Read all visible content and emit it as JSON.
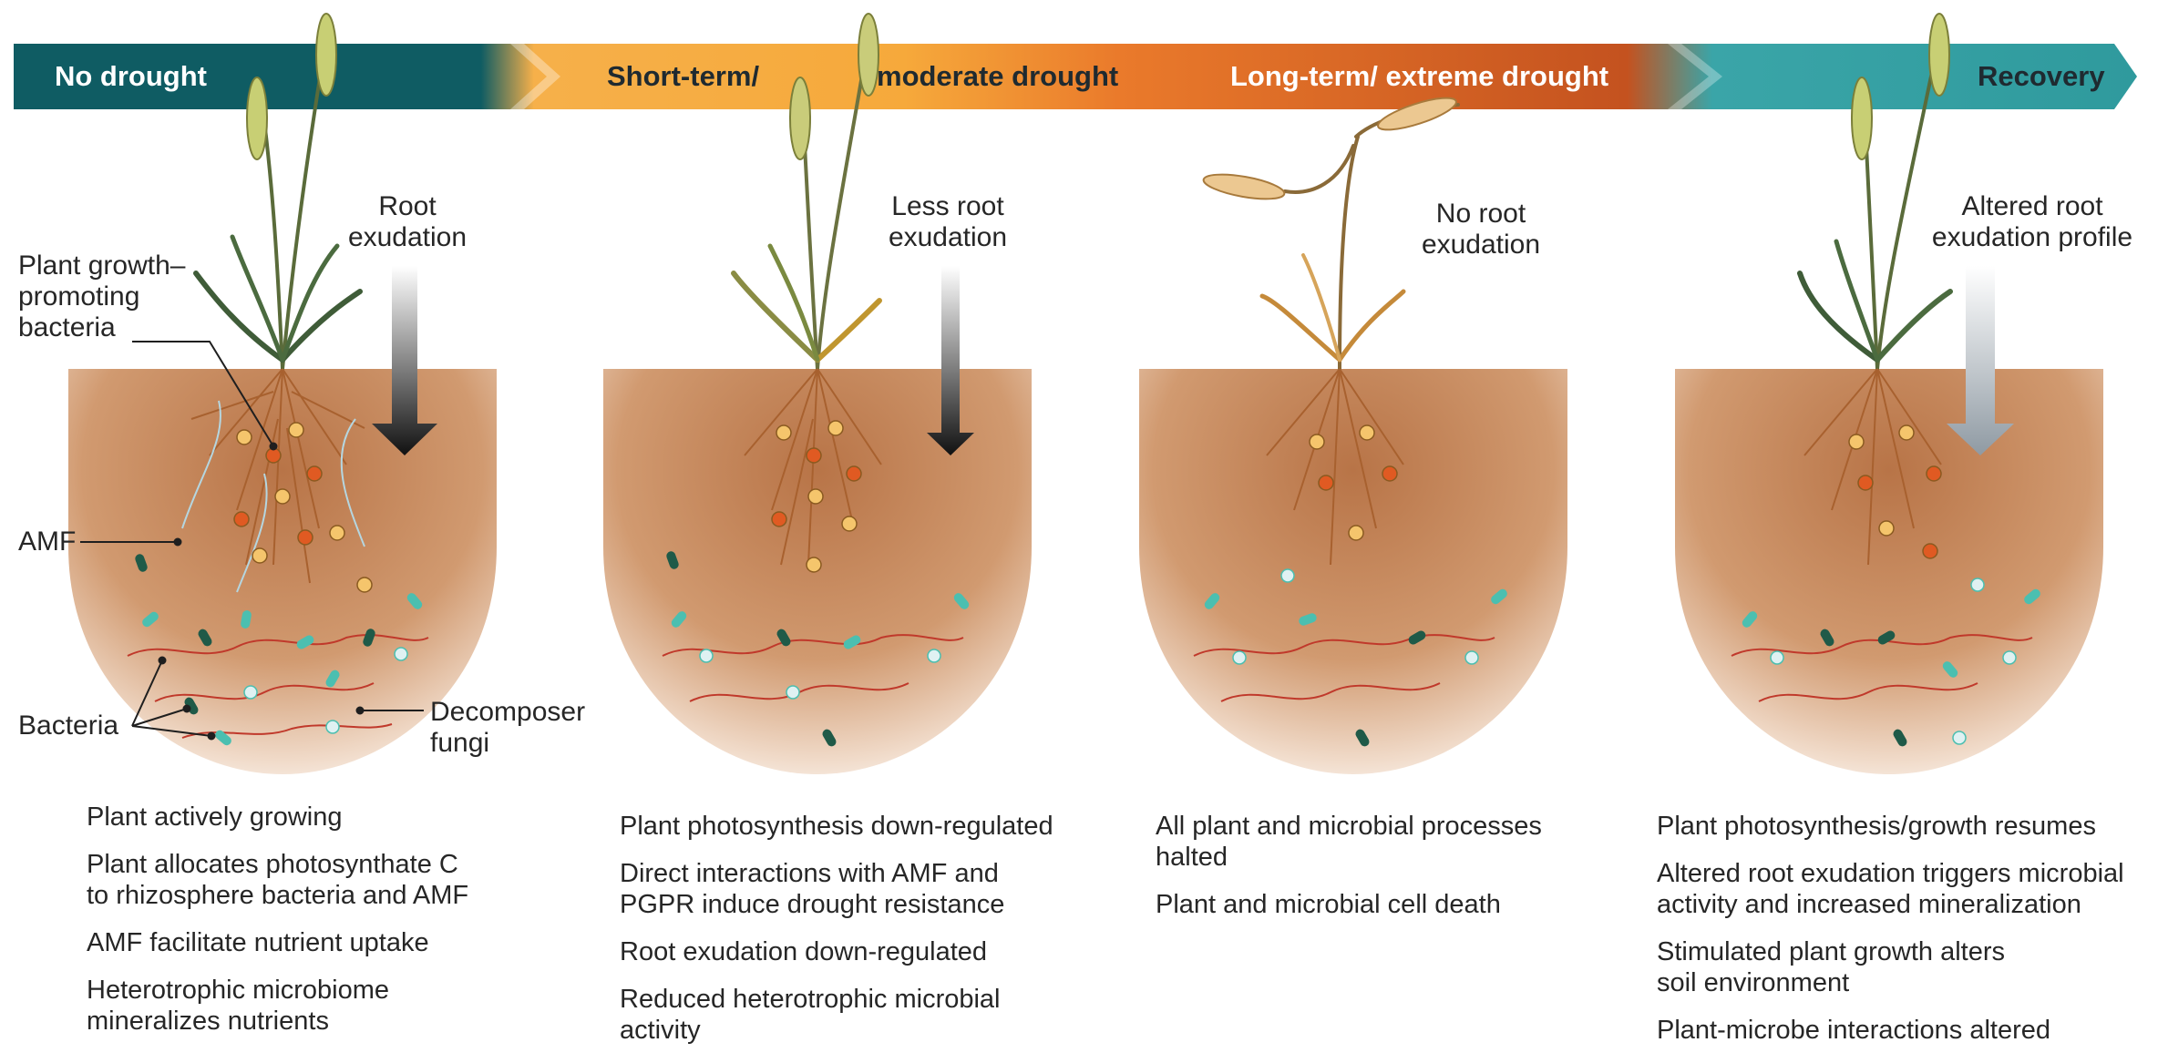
{
  "stages": {
    "no_drought": "No drought",
    "short_term_a": "Short-term/",
    "short_term_b": "moderate drought",
    "long_term": "Long-term/ extreme drought",
    "recovery": "Recovery"
  },
  "panel1": {
    "exudation": "Root\nexudation",
    "pgpb": "Plant growth–\npromoting\nbacteria",
    "amf": "AMF",
    "bacteria": "Bacteria",
    "decomposer": "Decomposer\nfungi",
    "captions": [
      "Plant actively growing",
      "Plant allocates photosynthate C\nto rhizosphere bacteria and AMF",
      "AMF facilitate nutrient uptake",
      "Heterotrophic microbiome\nmineralizes nutrients"
    ]
  },
  "panel2": {
    "exudation": "Less root\nexudation",
    "captions": [
      "Plant photosynthesis down-regulated",
      "Direct interactions with AMF and\nPGPR induce drought resistance",
      "Root exudation down-regulated",
      "Reduced heterotrophic microbial\nactivity"
    ]
  },
  "panel3": {
    "exudation": "No root\nexudation",
    "captions": [
      "All plant and microbial processes\nhalted",
      "Plant and microbial cell death"
    ]
  },
  "panel4": {
    "exudation": "Altered root\nexudation profile",
    "captions": [
      "Plant photosynthesis/growth resumes",
      "Altered root exudation triggers microbial\nactivity and increased mineralization",
      "Stimulated plant growth alters\nsoil environment",
      "Plant-microbe interactions altered"
    ]
  },
  "colors": {
    "teal_dark": "#0f5c63",
    "amber": "#f6a93b",
    "orange": "#e8742a",
    "rust": "#c4521f",
    "teal_light": "#3aa5a8",
    "soil": "#b87a4e",
    "root": "#a8612f",
    "hyphae": "#b5d6e0",
    "fungi": "#c0392b",
    "bacteria_teal": "#4bbfb0",
    "bacteria_dark": "#1f5a48",
    "pgpb_yellow": "#f5c56c",
    "pgpb_orange": "#e05a22"
  }
}
